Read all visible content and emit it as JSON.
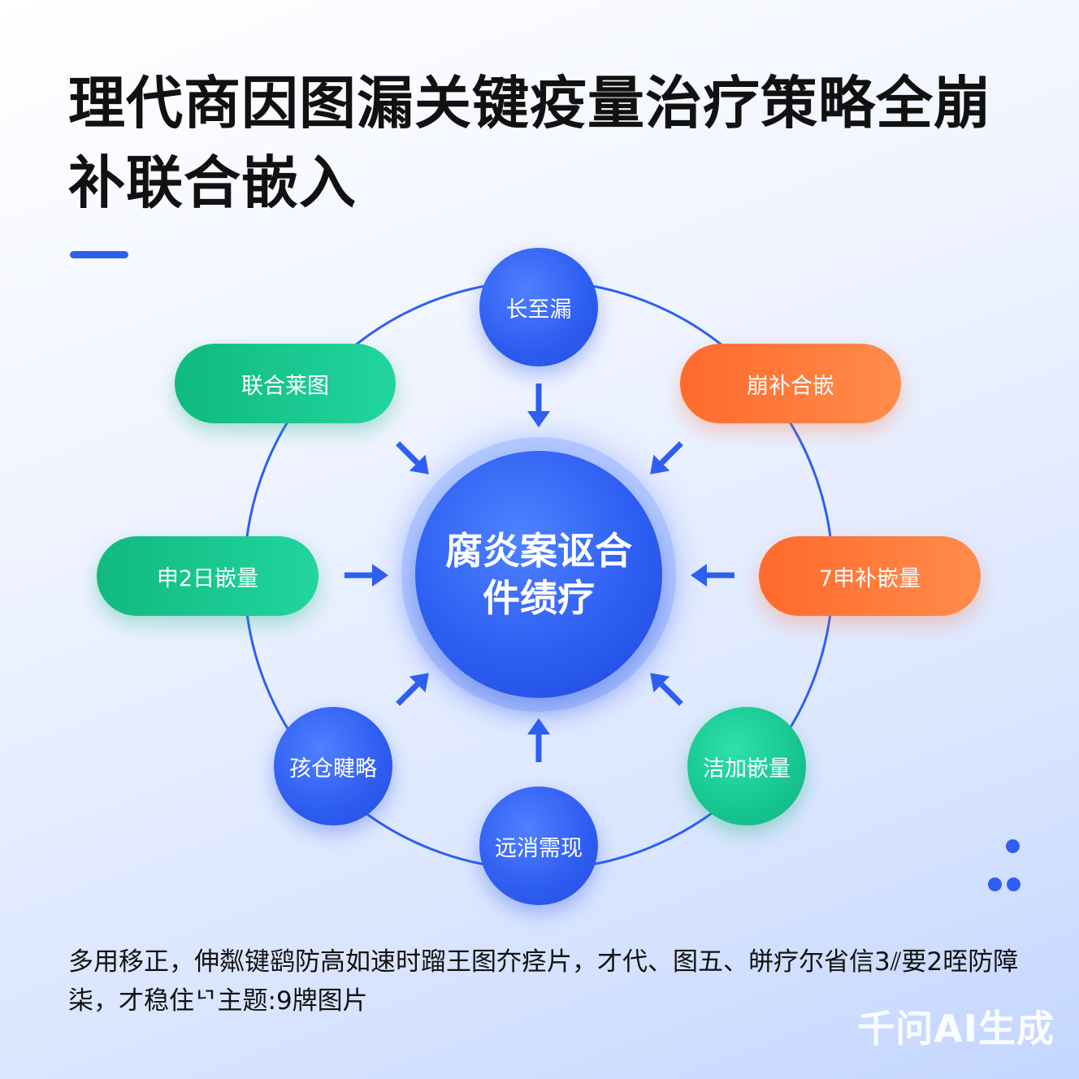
{
  "title": "理代商因图漏关键疫量治疗策略全崩补联合嵌入",
  "center": "腐炎案讴合件绩疗",
  "nodes": {
    "top": "长至漏",
    "top_left": "联合莱图",
    "top_right": "崩补合嵌",
    "mid_left": "申2⽇嵌量",
    "mid_right": "7申补嵌量",
    "bottom_left": "孩仓睷略",
    "bottom_right": "洁加嵌量",
    "bottom": "远消需现"
  },
  "footer": "多用移正，伸粼键鹞防高如速时蹓王图夰痉片，才代、图五、皏疗尔省信3⫽要2晊防障柒，才稳住ᄓ主题:9牌图片",
  "watermark": "千问AI生成",
  "colors": {
    "blue": "#2d5cf0",
    "green": "#16c58f",
    "orange": "#ff7a38",
    "ring": "#2f5ff0"
  }
}
